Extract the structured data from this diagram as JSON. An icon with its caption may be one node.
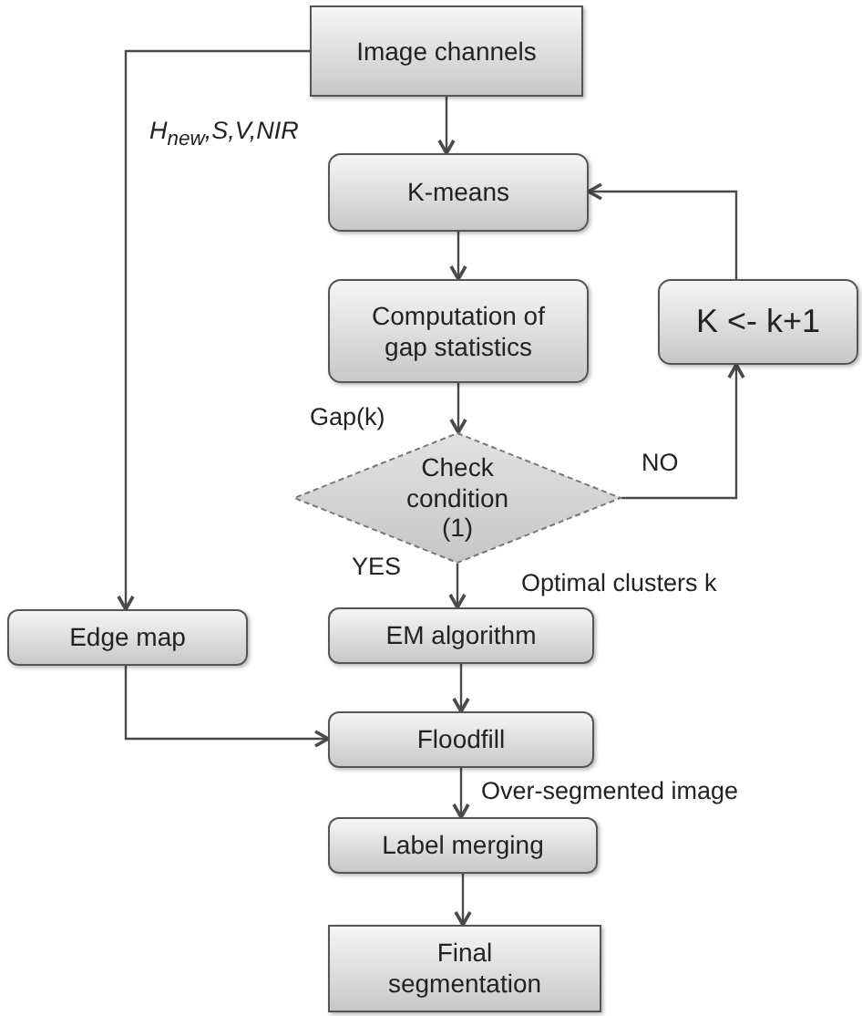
{
  "diagram": {
    "nodes": [
      {
        "text": [
          "Image channels"
        ]
      },
      {
        "text": [
          "K-means"
        ]
      },
      {
        "text": [
          "Computation of gap statistics"
        ]
      },
      {
        "text": [
          "K <- k+1"
        ]
      },
      {
        "text": [
          "Check condition (1)"
        ]
      },
      {
        "text": [
          "Edge map"
        ]
      },
      {
        "text": [
          "EM algorithm"
        ]
      },
      {
        "text": [
          "Floodfill"
        ]
      },
      {
        "text": [
          "Label merging"
        ]
      },
      {
        "text": [
          "Final segmentation"
        ]
      }
    ],
    "edges": [
      {
        "from": 0,
        "to": 1,
        "arrow": "to"
      },
      {
        "from": 1,
        "to": 2,
        "arrow": "to"
      },
      {
        "from": 2,
        "to": 4,
        "arrow": "to",
        "label": "Gap(k)"
      },
      {
        "from": 4,
        "to": 3,
        "arrow": "to",
        "label": "NO"
      },
      {
        "from": 3,
        "to": 1,
        "arrow": "to"
      },
      {
        "from": 4,
        "to": 6,
        "arrow": "to",
        "label": "YES"
      },
      {
        "from": 0,
        "to": 5,
        "arrow": "to",
        "label": "H$_{new}$,S,V,NIR"
      },
      {
        "from": 5,
        "to": 7,
        "arrow": "to"
      },
      {
        "from": 6,
        "to": 7,
        "arrow": "to"
      },
      {
        "from": 7,
        "to": 8,
        "arrow": "to",
        "label": "Over-segmented image"
      },
      {
        "from": 8,
        "to": 9,
        "arrow": "to"
      }
    ],
    "labels": [
      "Optimal clusters k"
    ]
  }
}
